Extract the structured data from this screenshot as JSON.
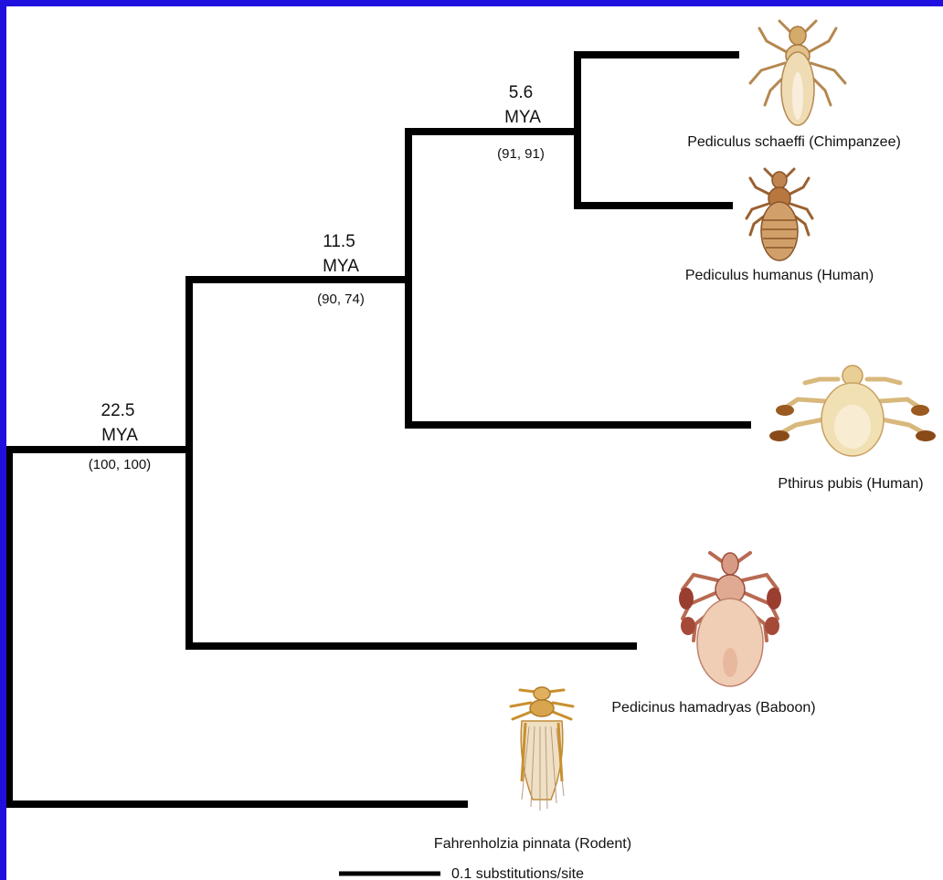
{
  "tree": {
    "nodes": [
      {
        "id": "root",
        "age": "22.5",
        "unit": "MYA",
        "support": "(100, 100)"
      },
      {
        "id": "n2",
        "age": "11.5",
        "unit": "MYA",
        "support": "(90, 74)"
      },
      {
        "id": "n3",
        "age": "5.6",
        "unit": "MYA",
        "support": "(91, 91)"
      }
    ],
    "taxa": [
      {
        "id": "schaeffi",
        "label": "Pediculus schaeffi (Chimpanzee)"
      },
      {
        "id": "humanus",
        "label": "Pediculus humanus (Human)"
      },
      {
        "id": "pubis",
        "label": "Pthirus pubis (Human)"
      },
      {
        "id": "hamadryas",
        "label": "Pedicinus hamadryas (Baboon)"
      },
      {
        "id": "pinnata",
        "label": "Fahrenholzia pinnata (Rodent)"
      }
    ],
    "scale_bar": {
      "label": "0.1 substitutions/site"
    }
  },
  "colors": {
    "frame": "#1f10e0",
    "background": "#ffffff",
    "branches": "#000000",
    "lice": [
      "#c9a062",
      "#a8713a",
      "#e4c98d",
      "#b56a58",
      "#d6b275"
    ]
  },
  "icons": [
    "louse-illustration"
  ]
}
